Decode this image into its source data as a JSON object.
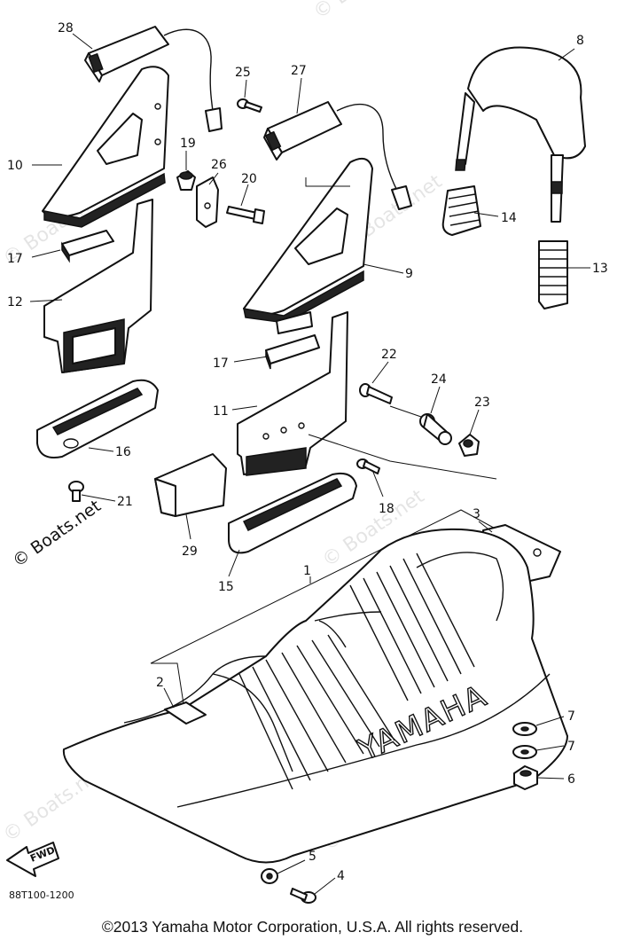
{
  "callouts": {
    "c1": "1",
    "c2": "2",
    "c3": "3",
    "c4": "4",
    "c5": "5",
    "c6": "6",
    "c7a": "7",
    "c7b": "7",
    "c8": "8",
    "c9": "9",
    "c10": "10",
    "c11": "11",
    "c12": "12",
    "c13": "13",
    "c14": "14",
    "c15": "15",
    "c16": "16",
    "c17a": "17",
    "c17b": "17",
    "c18": "18",
    "c19": "19",
    "c20": "20",
    "c21": "21",
    "c22": "22",
    "c23": "23",
    "c24": "24",
    "c25": "25",
    "c26": "26",
    "c27": "27",
    "c28": "28",
    "c29": "29"
  },
  "seat_brand": "YAMAHA",
  "fwd_label": "FWD",
  "drawing_number": "88T100-1200",
  "watermark": "© Boats.net",
  "copyright": "©2013 Yamaha Motor Corporation, U.S.A. All rights reserved."
}
